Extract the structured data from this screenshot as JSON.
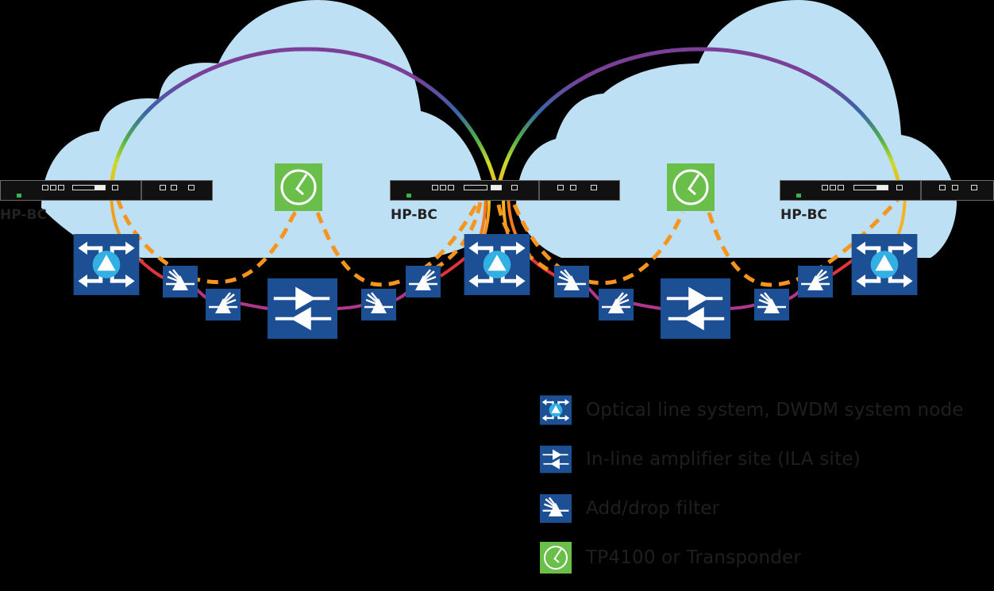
{
  "title": "Optical network diagram with two DWDM rings",
  "colors": {
    "background": "#000000",
    "cloud": "#bde0f4",
    "node_blue": "#1c4f93",
    "node_circle": "#33b0e3",
    "transponder_green": "#6abf4b",
    "dashed_fiber": "#f7941d",
    "fiber_red": "#e2343c",
    "fiber_magenta": "#b0378e",
    "arc_purple": "#7b3f98",
    "arc_blue": "#3b58a8",
    "arc_green": "#5aaf47",
    "arc_yellow": "#d7df23",
    "label_text": "#222222",
    "legend_text": "#1f1f1f"
  },
  "devices": [
    {
      "id": "hpbc-left",
      "label": "HP-BC",
      "type": "rack-device"
    },
    {
      "id": "hpbc-center",
      "label": "HP-BC",
      "type": "rack-device"
    },
    {
      "id": "hpbc-right",
      "label": "HP-BC",
      "type": "rack-device"
    }
  ],
  "rings": [
    {
      "name": "left-ring",
      "nodes": [
        {
          "type": "optical-line-system",
          "icon": "ols-node-icon"
        },
        {
          "type": "add-drop-filter",
          "icon": "add-drop-filter-icon"
        },
        {
          "type": "add-drop-filter",
          "icon": "add-drop-filter-icon"
        },
        {
          "type": "ila-site",
          "icon": "ila-icon"
        },
        {
          "type": "add-drop-filter",
          "icon": "add-drop-filter-icon"
        },
        {
          "type": "add-drop-filter",
          "icon": "add-drop-filter-icon"
        },
        {
          "type": "optical-line-system",
          "icon": "ols-node-icon"
        }
      ],
      "transponder": {
        "type": "transponder",
        "icon": "transponder-clock-icon"
      }
    },
    {
      "name": "right-ring",
      "nodes": [
        {
          "type": "optical-line-system",
          "icon": "ols-node-icon"
        },
        {
          "type": "add-drop-filter",
          "icon": "add-drop-filter-icon"
        },
        {
          "type": "add-drop-filter",
          "icon": "add-drop-filter-icon"
        },
        {
          "type": "ila-site",
          "icon": "ila-icon"
        },
        {
          "type": "add-drop-filter",
          "icon": "add-drop-filter-icon"
        },
        {
          "type": "add-drop-filter",
          "icon": "add-drop-filter-icon"
        },
        {
          "type": "optical-line-system",
          "icon": "ols-node-icon"
        }
      ],
      "transponder": {
        "type": "transponder",
        "icon": "transponder-clock-icon"
      }
    }
  ],
  "legend": [
    {
      "icon": "ols-node-icon",
      "label": "Optical line system, DWDM system node"
    },
    {
      "icon": "ila-icon",
      "label": "In-line amplifier site (ILA site)"
    },
    {
      "icon": "add-drop-filter-icon",
      "label": "Add/drop filter"
    },
    {
      "icon": "transponder-clock-icon",
      "label": "TP4100 or Transponder"
    }
  ]
}
